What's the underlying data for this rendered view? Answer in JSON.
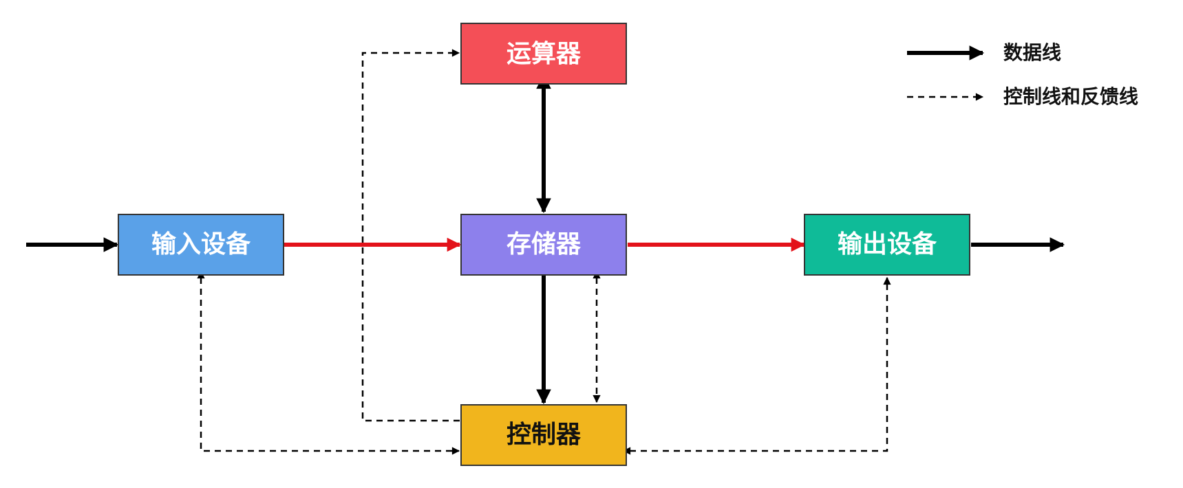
{
  "nodes": {
    "alu": {
      "label": "运算器",
      "fill": "#f44f57",
      "text_color": "#ffffff"
    },
    "input": {
      "label": "输入设备",
      "fill": "#5aa1e8",
      "text_color": "#ffffff"
    },
    "memory": {
      "label": "存储器",
      "fill": "#8d80ec",
      "text_color": "#ffffff"
    },
    "output": {
      "label": "输出设备",
      "fill": "#0fbb98",
      "text_color": "#ffffff"
    },
    "control": {
      "label": "控制器",
      "fill": "#f1b51d",
      "text_color": "#111111"
    }
  },
  "legend": {
    "data_line": "数据线",
    "control_feedback_line": "控制线和反馈线"
  },
  "colors": {
    "data_arrow": "#000000",
    "highlight_data_arrow": "#e3121a",
    "control_arrow": "#000000",
    "box_border": "#333333"
  }
}
